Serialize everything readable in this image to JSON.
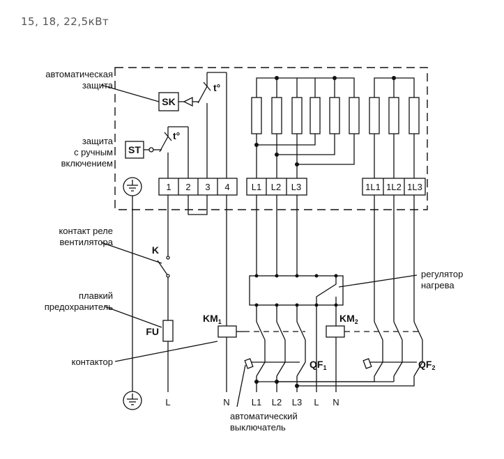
{
  "title": "15, 18, 22,5кВт",
  "labels": {
    "auto_protection": [
      "автоматическая",
      "защита"
    ],
    "manual_protection": [
      "защита",
      "с ручным",
      "включением"
    ],
    "fan_relay": [
      "контакт реле",
      "вентилятора"
    ],
    "fuse": [
      "плавкий",
      "предохранитель"
    ],
    "contactor": "контактор",
    "breaker": [
      "автоматический",
      "выключатель"
    ],
    "heat_regulator": [
      "регулятор",
      "нагрева"
    ]
  },
  "components": {
    "sk": "SK",
    "st": "ST",
    "k": "K",
    "fu": "FU",
    "km1": "KM",
    "km1_sub": "1",
    "km2": "KM",
    "km2_sub": "2",
    "qf1": "QF",
    "qf1_sub": "1",
    "qf2": "QF",
    "qf2_sub": "2",
    "temp1": "t°",
    "temp2": "t°"
  },
  "terminals_left": [
    "1",
    "2",
    "3",
    "4"
  ],
  "terminals_mid": [
    "L1",
    "L2",
    "L3"
  ],
  "terminals_right": [
    "1L1",
    "1L2",
    "1L3"
  ],
  "bottom_labels": [
    "L",
    "N",
    "L1",
    "L2",
    "L3",
    "L",
    "N"
  ]
}
